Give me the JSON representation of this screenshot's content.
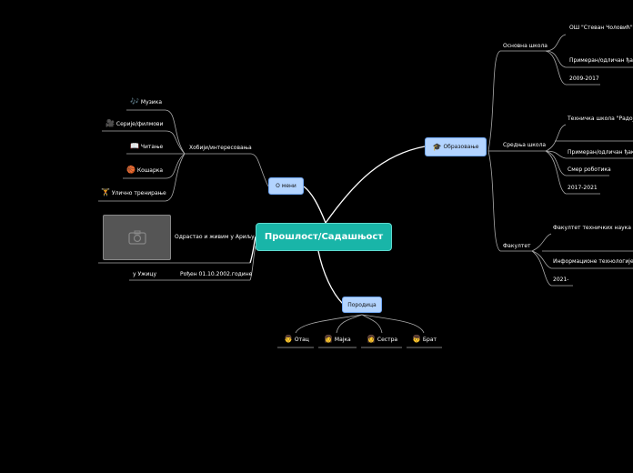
{
  "root": {
    "label": "Прошлост/Садашњост"
  },
  "about": {
    "label": "О мени",
    "hobbies": {
      "label": "Хобији/интересовања",
      "items": [
        {
          "label": "Музика",
          "icon": "🎶"
        },
        {
          "label": "Серије/филмови",
          "icon": "🎥"
        },
        {
          "label": "Читање",
          "icon": "📖"
        },
        {
          "label": "Кошарка",
          "icon": "🏀"
        },
        {
          "label": "Улично тренирање",
          "icon": "🏋"
        }
      ]
    },
    "grew_up": "Одрастао и живим у Ариљу",
    "born": "Рођен 01.10.2002.године",
    "born_place": "у Ужицу"
  },
  "education": {
    "label": "Образовање",
    "icon": "🎓",
    "elementary": {
      "label": "Основна школа",
      "name": "ОШ \"Стеван Чоловић\" у",
      "grade": "Примеран/одличан ђак",
      "years": "2009-2017"
    },
    "secondary": {
      "label": "Средња школа",
      "name": "Техничка школа \"Радоје Љ",
      "grade": "Примеран/одличан ђак",
      "major": "Смер роботика",
      "years": "2017-2021"
    },
    "university": {
      "label": "Факултет",
      "name": "Факултет техничких наука у Ч",
      "major": "Информационе технологије",
      "years": "2021-"
    }
  },
  "family": {
    "label": "Породица",
    "members": [
      {
        "label": "Отац",
        "icon": "👨"
      },
      {
        "label": "Мајка",
        "icon": "👩"
      },
      {
        "label": "Сестра",
        "icon": "👩"
      },
      {
        "label": "Брат",
        "icon": "👦"
      }
    ]
  }
}
